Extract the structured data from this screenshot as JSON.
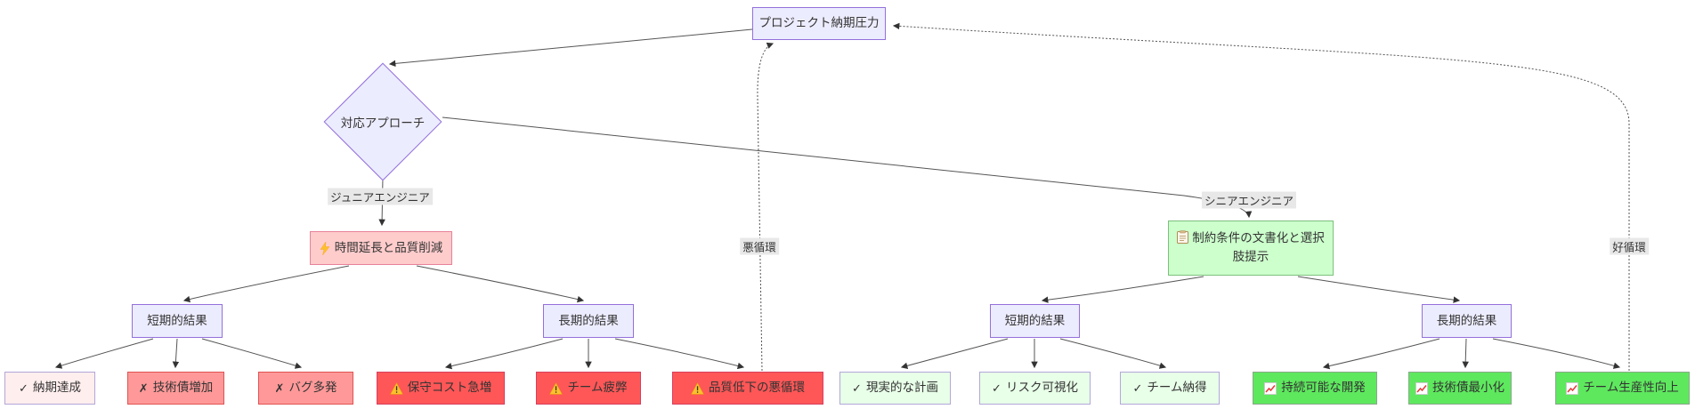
{
  "nodes": {
    "pressure": {
      "label": "プロジェクト納期圧力"
    },
    "approach": {
      "label": "対応アプローチ"
    },
    "junior_action": {
      "label": "時間延長と品質削減"
    },
    "senior_action": {
      "label": "制約条件の文書化と選択肢提示"
    },
    "junior_short": {
      "label": "短期的結果"
    },
    "junior_long": {
      "label": "長期的結果"
    },
    "senior_short": {
      "label": "短期的結果"
    },
    "senior_long": {
      "label": "長期的結果"
    }
  },
  "outcomes": {
    "junior_short": [
      {
        "mark": "✓",
        "label": "納期達成"
      },
      {
        "mark": "✗",
        "label": "技術債増加"
      },
      {
        "mark": "✗",
        "label": "バグ多発"
      }
    ],
    "junior_long": [
      {
        "label": "保守コスト急増"
      },
      {
        "label": "チーム疲弊"
      },
      {
        "label": "品質低下の悪循環"
      }
    ],
    "senior_short": [
      {
        "mark": "✓",
        "label": "現実的な計画"
      },
      {
        "mark": "✓",
        "label": "リスク可視化"
      },
      {
        "mark": "✓",
        "label": "チーム納得"
      }
    ],
    "senior_long": [
      {
        "label": "持続可能な開発"
      },
      {
        "label": "技術債最小化"
      },
      {
        "label": "チーム生産性向上"
      }
    ]
  },
  "edge_labels": {
    "junior": "ジュニアエンジニア",
    "senior": "シニアエンジニア",
    "vicious": "悪循環",
    "virtuous": "好循環"
  },
  "icons": {
    "lightning-icon": "⚡",
    "clipboard-icon": "📋",
    "warning-icon": "⚠️",
    "chart-increasing-icon": "📈",
    "check-icon": "✓",
    "cross-icon": "✗"
  },
  "colors": {
    "node_fill": "#ECECFF",
    "node_border": "#9370DB",
    "pink_fill": "#ffcccc",
    "light_pink_fill": "#ffeeee",
    "salmon_fill": "#ff9999",
    "red_fill": "#ff5757",
    "green_fill": "#ccffcc",
    "light_green_fill": "#e8ffe8",
    "bright_green_fill": "#5ee85e",
    "edge_color": "#555555",
    "edge_label_bg": "#e8e8e8"
  }
}
